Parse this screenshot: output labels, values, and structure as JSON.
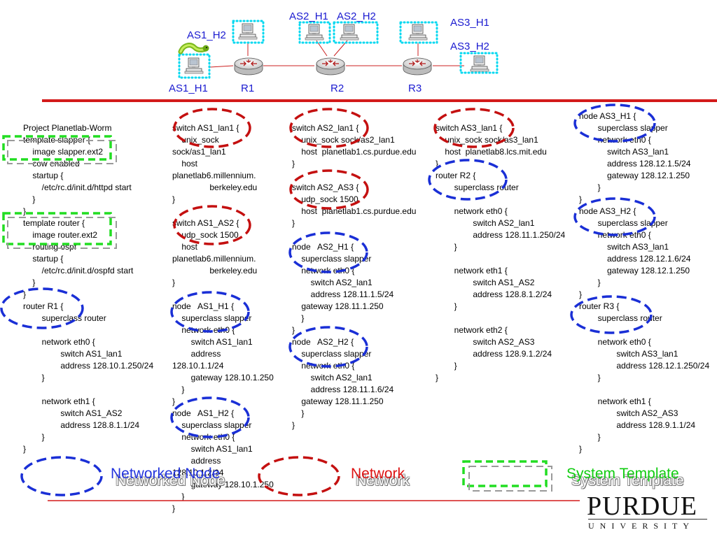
{
  "topology": {
    "hosts": {
      "as1_h1": "AS1_H1",
      "as1_h2": "AS1_H2",
      "as2_h1": "AS2_H1",
      "as2_h2": "AS2_H2",
      "as3_h1": "AS3_H1",
      "as3_h2": "AS3_H2"
    },
    "routers": {
      "r1": "R1",
      "r2": "R2",
      "r3": "R3"
    }
  },
  "columns": [
    [
      "Project Planetlab-Worm",
      "template slapper {",
      "    image slapper.ext2",
      "    cow enabled",
      "    startup {",
      "        /etc/rc.d/init.d/httpd start",
      "    }",
      "}",
      "template router {",
      "    image router.ext2",
      "    routing ospf",
      "    startup {",
      "        /etc/rc.d/init.d/ospfd start",
      "    }",
      "}",
      "router R1 {",
      "        superclass router",
      "",
      "        network eth0 {",
      "                switch AS1_lan1",
      "                address 128.10.1.250/24",
      "        }",
      "",
      "        network eth1 {",
      "                switch AS1_AS2",
      "                address 128.8.1.1/24",
      "        }",
      "}"
    ],
    [
      "switch AS1_lan1 {",
      "    unix_sock",
      "sock/as1_lan1",
      "    host",
      "planetlab6.millennium.",
      "                berkeley.edu",
      "}",
      "",
      "switch AS1_AS2 {",
      "    udp_sock 1500",
      "    host",
      "planetlab6.millennium.",
      "                berkeley.edu",
      "}",
      "",
      "node   AS1_H1 {",
      "    superclass slapper",
      "    network eth0 {",
      "        switch AS1_lan1",
      "        address",
      "128.10.1.1/24",
      "        gateway 128.10.1.250",
      "    }",
      "}",
      "node   AS1_H2 {",
      "    superclass slapper",
      "    network eth0 {",
      "        switch AS1_lan1",
      "        address",
      "128.10.1.2/24",
      "        gateway 128.10.1.250",
      "    }",
      "}"
    ],
    [
      "switch AS2_lan1 {",
      "    unix_sock sock/as2_lan1",
      "    host  planetlab1.cs.purdue.edu",
      "}",
      "",
      "switch AS2_AS3 {",
      "    udp_sock 1500",
      "    host  planetlab1.cs.purdue.edu",
      "}",
      "",
      "node   AS2_H1 {",
      "    superclass slapper",
      "    network eth0 {",
      "        switch AS2_lan1",
      "        address 128.11.1.5/24",
      "    gateway 128.11.1.250",
      "    }",
      "}",
      "node   AS2_H2 {",
      "    superclass slapper",
      "    network eth0 {",
      "        switch AS2_lan1",
      "        address 128.11.1.6/24",
      "    gateway 128.11.1.250",
      "    }",
      "}"
    ],
    [
      "switch AS3_lan1 {",
      "    unix_sock sock/as3_lan1",
      "    host  planetlab8.lcs.mit.edu",
      "}",
      "router R2 {",
      "        superclass router",
      "",
      "        network eth0 {",
      "                switch AS2_lan1",
      "                address 128.11.1.250/24",
      "        }",
      "",
      "        network eth1 {",
      "                switch AS1_AS2",
      "                address 128.8.1.2/24",
      "        }",
      "",
      "        network eth2 {",
      "                switch AS2_AS3",
      "                address 128.9.1.2/24",
      "        }",
      "}"
    ],
    [
      "node AS3_H1 {",
      "        superclass slapper",
      "        network eth0 {",
      "            switch AS3_lan1",
      "            address 128.12.1.5/24",
      "            gateway 128.12.1.250",
      "        }",
      "}",
      "node AS3_H2 {",
      "        superclass slapper",
      "        network eth0 {",
      "            switch AS3_lan1",
      "            address 128.12.1.6/24",
      "            gateway 128.12.1.250",
      "        }",
      "}",
      "router R3 {",
      "        superclass router",
      "",
      "        network eth0 {",
      "                switch AS3_lan1",
      "                address 128.12.1.250/24",
      "        }",
      "",
      "        network eth1 {",
      "                switch AS2_AS3",
      "                address 128.9.1.1/24",
      "        }",
      "}"
    ]
  ],
  "legend": {
    "networked_node": "Networked Node",
    "network": "Network",
    "system_template": "System Template"
  },
  "logo": {
    "main": "PURDUE",
    "sub": "UNIVERSITY"
  },
  "colors": {
    "node_marker": "#1a2fd6",
    "network_marker": "#c41010",
    "template_marker": "#22dd22",
    "topology_label": "#1a1ad0",
    "divider": "#d31a1a",
    "legend_node_text": "#2233dd",
    "legend_network_text": "#dd1111",
    "legend_template_text": "#11cc11"
  }
}
